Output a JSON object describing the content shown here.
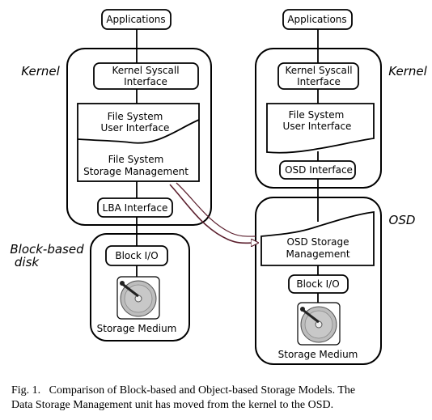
{
  "left": {
    "applications": "Applications",
    "kernel_label": "Kernel",
    "syscall_line1": "Kernel Syscall",
    "syscall_line2": "Interface",
    "fs_ui_line1": "File System",
    "fs_ui_line2": "User Interface",
    "fs_sm_line1": "File System",
    "fs_sm_line2": "Storage Management",
    "lba": "LBA Interface",
    "disk_label_line1": "Block-based",
    "disk_label_line2": "disk",
    "block_io": "Block I/O",
    "storage_medium": "Storage Medium"
  },
  "right": {
    "applications": "Applications",
    "kernel_label": "Kernel",
    "syscall_line1": "Kernel Syscall",
    "syscall_line2": "Interface",
    "fs_ui_line1": "File System",
    "fs_ui_line2": "User Interface",
    "osd_interface": "OSD Interface",
    "osd_label": "OSD",
    "osd_sm_line1": "OSD Storage",
    "osd_sm_line2": "Management",
    "block_io": "Block I/O",
    "storage_medium": "Storage Medium"
  },
  "caption": {
    "line1": "Fig. 1.   Comparison of Block-based and Object-based Storage Models. The",
    "line2": "Data Storage Management unit has moved from the kernel to the OSD."
  }
}
